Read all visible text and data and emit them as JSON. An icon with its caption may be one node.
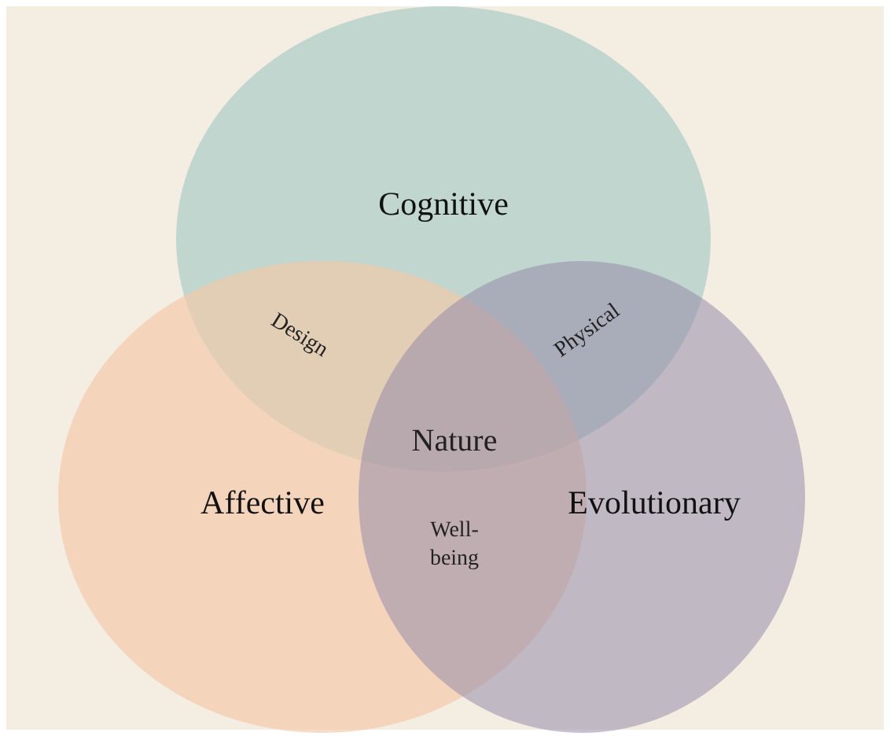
{
  "diagram": {
    "nodes": [
      {
        "text": [
          "Cognitive"
        ]
      },
      {
        "text": [
          "Affective"
        ]
      },
      {
        "text": [
          "Evolutionary"
        ]
      }
    ],
    "labels": [
      "Design",
      "Physical",
      "Nature",
      "Well-being"
    ]
  }
}
